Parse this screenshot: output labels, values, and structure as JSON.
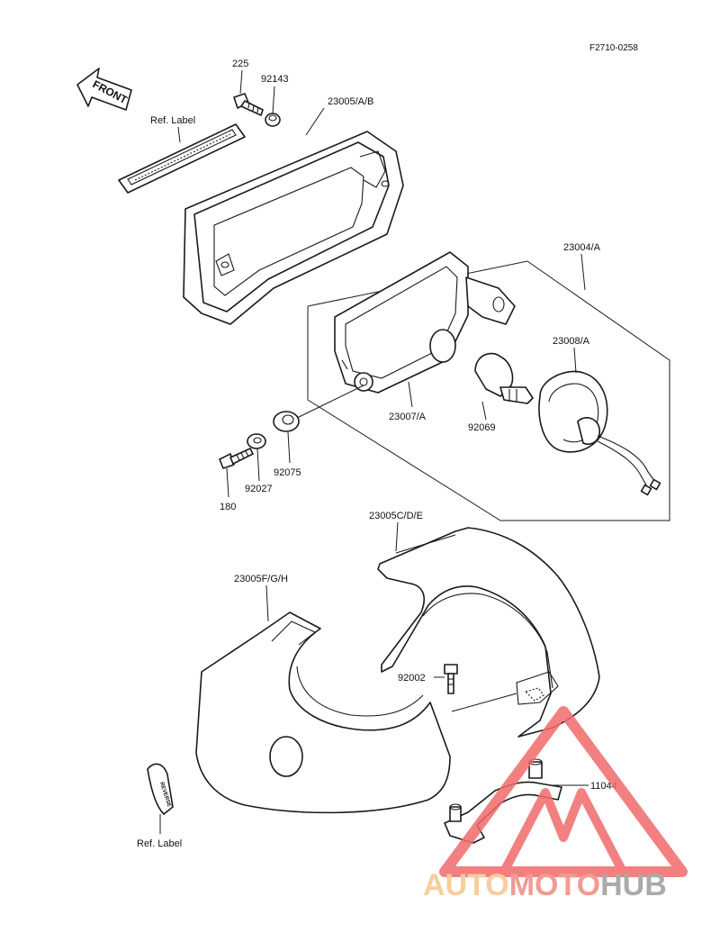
{
  "figure_code": "F2710-0258",
  "front_arrow": "FRONT",
  "reverse_tag": "REVERSE",
  "parts": {
    "p225": "225",
    "p92143": "92143",
    "p23005ab": "23005/A/B",
    "ref_label_top": "Ref. Label",
    "p23004a": "23004/A",
    "p23008a": "23008/A",
    "p23007a": "23007/A",
    "p92069": "92069",
    "p92075": "92075",
    "p92027": "92027",
    "p180": "180",
    "p23005cde": "23005C/D/E",
    "p23005fgh": "23005F/G/H",
    "p92002": "92002",
    "p11044": "11044",
    "ref_label_bottom": "Ref. Label"
  },
  "watermark": {
    "part_auto": "AUTO",
    "part_moto": "MOTO",
    "part_hub": "HUB",
    "color_auto": "#f6c58d",
    "color_moto": "#f08a80",
    "color_hub": "#9c9c9c",
    "triangle_color": "#f26b6b"
  }
}
